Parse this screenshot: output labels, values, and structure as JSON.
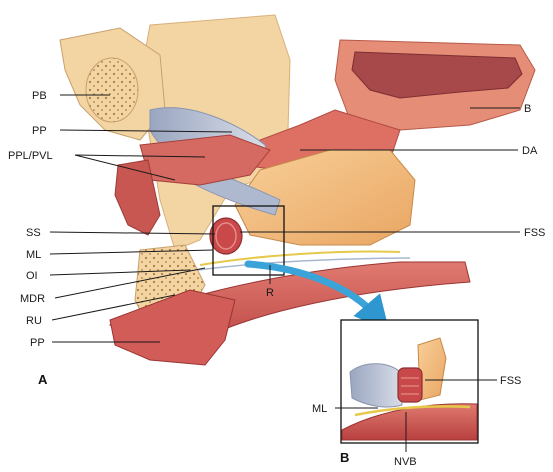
{
  "panels": {
    "a": "A",
    "b": "B"
  },
  "labels_left": {
    "pb": "PB",
    "pp_upper": "PP",
    "ppl_pvl": "PPL/PVL",
    "ss": "SS",
    "ml": "ML",
    "oi": "OI",
    "mdr": "MDR",
    "ru": "RU",
    "pp_lower": "PP"
  },
  "labels_right": {
    "b": "B",
    "da": "DA",
    "fss": "FSS",
    "r": "R"
  },
  "inset_labels": {
    "fss": "FSS",
    "ml": "ML",
    "nvb": "NVB"
  },
  "colors": {
    "bone": "#f3d5a4",
    "bone_dots": "#b07a3c",
    "muscle": "#cf5a55",
    "muscle_dark": "#a83a3a",
    "bladder": "#e08a74",
    "ligament": "#b9c2d6",
    "prostate": "#f2b577",
    "nerve": "#e6c84a",
    "arrow": "#3aa3d8"
  }
}
